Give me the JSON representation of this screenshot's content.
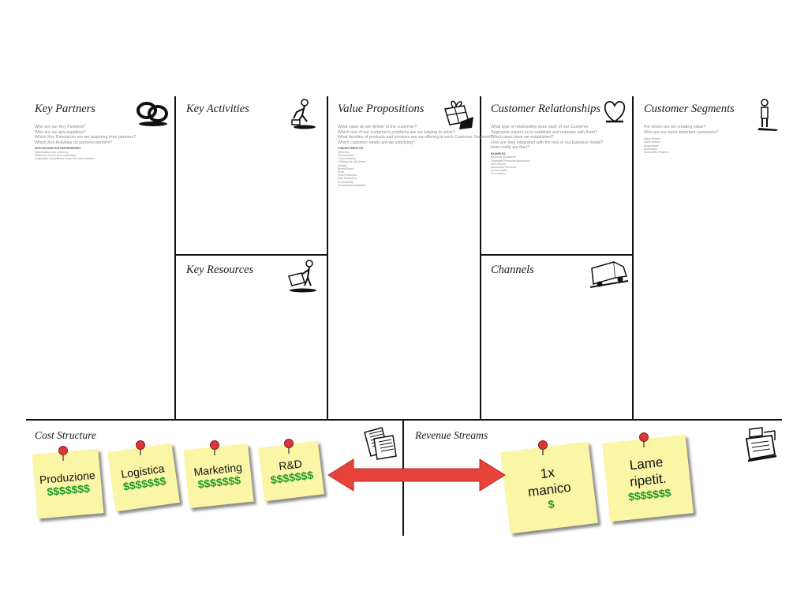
{
  "canvas": {
    "key_partners": {
      "title": "Key Partners",
      "questions": [
        "Who are our Key Partners?",
        "Who are our key suppliers?",
        "Which Key Resources are we acquiring from partners?",
        "Which Key Activities do partners perform?"
      ],
      "subheading": "MOTIVATIONS FOR PARTNERSHIPS",
      "items": [
        "Optimization and economy",
        "Reduction of risk and uncertainty",
        "Acquisition of particular resources and activities"
      ]
    },
    "key_activities": {
      "title": "Key Activities"
    },
    "key_resources": {
      "title": "Key Resources"
    },
    "value_propositions": {
      "title": "Value Propositions",
      "questions": [
        "What value do we deliver to the customer?",
        "Which one of our customer's problems are we helping to solve?",
        "What bundles of products and services are we offering to each Customer Segment?",
        "Which customer needs are we satisfying?"
      ],
      "subheading": "CHARACTERISTICS",
      "items": [
        "Newness",
        "Performance",
        "Customization",
        "\"Getting the Job Done\"",
        "Design",
        "Brand/Status",
        "Price",
        "Cost Reduction",
        "Risk Reduction",
        "Accessibility",
        "Convenience/Usability"
      ]
    },
    "customer_relationships": {
      "title": "Customer Relationships",
      "questions": [
        "What type of relationship does each of our Customer",
        "Segments expect us to establish and maintain with them?",
        "Which ones have we established?",
        "How are they integrated with the rest of our business model?",
        "How costly are they?"
      ],
      "subheading": "EXAMPLES",
      "items": [
        "Personal assistance",
        "Dedicated Personal Assistance",
        "Self-Service",
        "Automated Services",
        "Communities",
        "Co-creation"
      ]
    },
    "channels": {
      "title": "Channels"
    },
    "customer_segments": {
      "title": "Customer Segments",
      "questions": [
        "For whom are we creating value?",
        "Who are our most important customers?"
      ],
      "items": [
        "Mass Market",
        "Niche Market",
        "Segmented",
        "Diversified",
        "Multi-sided Platform"
      ]
    },
    "cost_structure": {
      "title": "Cost Structure"
    },
    "revenue_streams": {
      "title": "Revenue Streams"
    }
  },
  "notes": {
    "produzione": {
      "line1": "Produzione",
      "line2": "$$$$$$$"
    },
    "logistica": {
      "line1": "Logistica",
      "line2": "$$$$$$$"
    },
    "marketing": {
      "line1": "Marketing",
      "line2": "$$$$$$$"
    },
    "rnd": {
      "line1": "R&D",
      "line2": "$$$$$$$"
    },
    "manico": {
      "line1": "1x",
      "line1b": "manico",
      "line2": "$"
    },
    "lame": {
      "line1": "Lame",
      "line1b": "ripetit.",
      "line2": "$$$$$$$"
    }
  },
  "colors": {
    "note_bg": "#fbf5a6",
    "money": "#1a9a24",
    "arrow": "#e8433a",
    "pin": "#d8383a"
  }
}
